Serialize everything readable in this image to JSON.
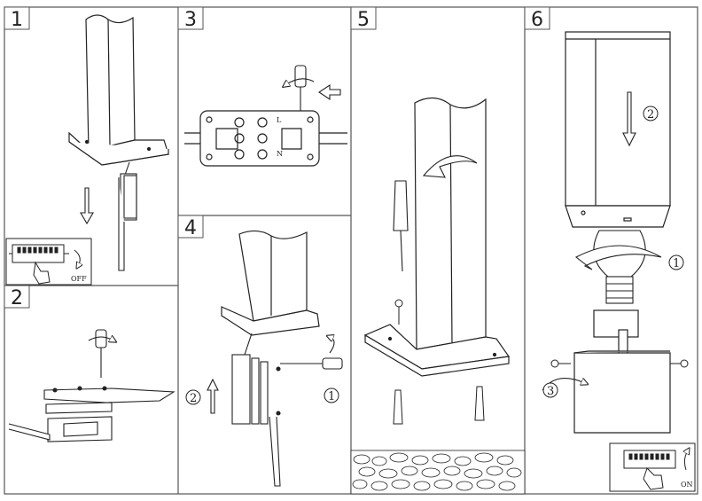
{
  "steps": [
    {
      "number": "1",
      "switch_label": "OFF"
    },
    {
      "number": "2"
    },
    {
      "number": "3",
      "terminals": [
        "L",
        "N"
      ]
    },
    {
      "number": "4",
      "callouts": [
        "1",
        "2"
      ]
    },
    {
      "number": "5"
    },
    {
      "number": "6",
      "callouts": [
        "1",
        "2",
        "3"
      ],
      "switch_label": "ON"
    }
  ],
  "icons": [
    "screwdriver-icon",
    "rotate-arrow-icon",
    "down-arrow-icon",
    "up-arrow-icon",
    "breaker-switch-icon",
    "hand-icon"
  ],
  "colors": {
    "line": "#222222",
    "background": "#ffffff",
    "panel_border": "#555555"
  }
}
